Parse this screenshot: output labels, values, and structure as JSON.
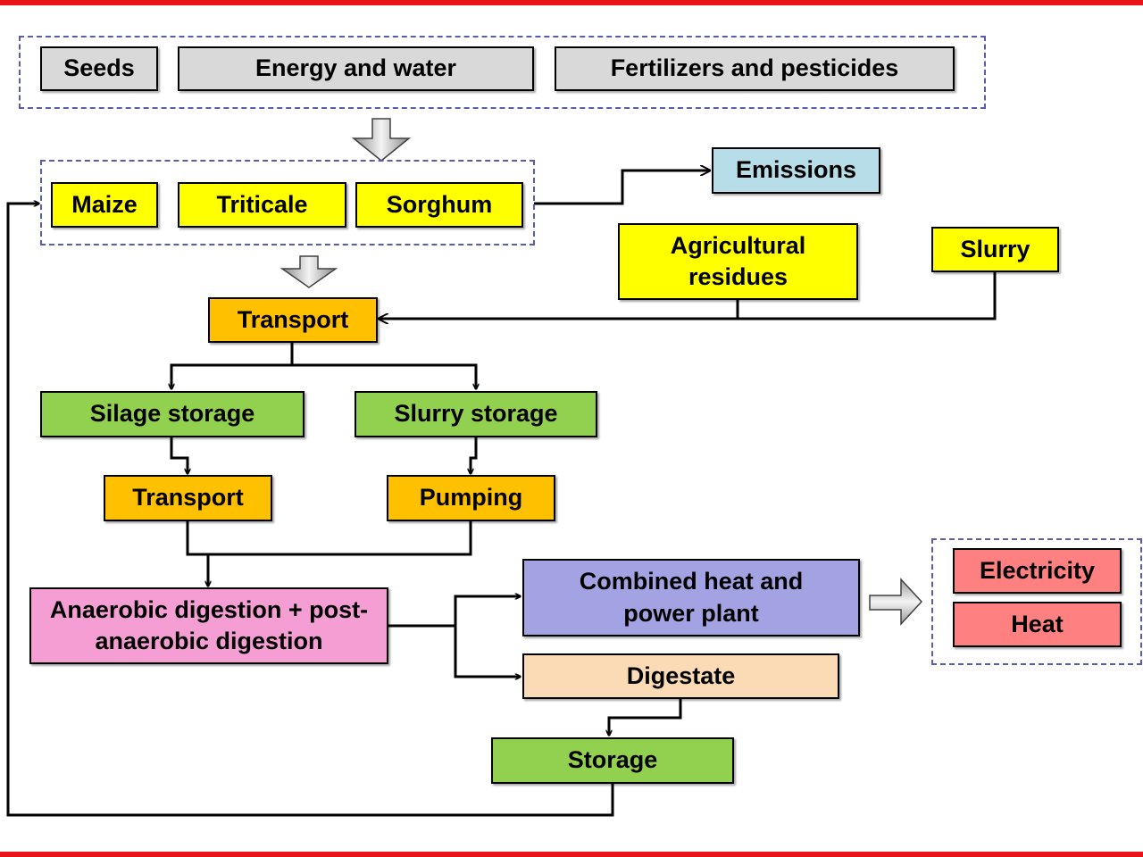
{
  "inputs": {
    "seeds": "Seeds",
    "energy_water": "Energy and water",
    "fertilizers": "Fertilizers and pesticides"
  },
  "crops": {
    "maize": "Maize",
    "triticale": "Triticale",
    "sorghum": "Sorghum"
  },
  "emissions": "Emissions",
  "agricultural_residues": "Agricultural residues",
  "slurry": "Slurry",
  "transport_main": "Transport",
  "silage_storage": "Silage storage",
  "slurry_storage": "Slurry storage",
  "transport_silage": "Transport",
  "pumping": "Pumping",
  "anaerobic_digestion": "Anaerobic digestion + post-anaerobic  digestion",
  "chp_plant": "Combined heat and power plant",
  "digestate": "Digestate",
  "storage": "Storage",
  "outputs": {
    "electricity": "Electricity",
    "heat": "Heat"
  },
  "colors": {
    "grey": "#d9d9d9",
    "yellow": "#ffff00",
    "orange": "#ffc000",
    "green": "#92d050",
    "cyan": "#b7dee8",
    "pink": "#f49ed4",
    "purple": "#a3a3e3",
    "peach": "#fbdbb6",
    "red": "#ff8080",
    "frame": "#e8141a",
    "dashed": "#5b5bb0"
  }
}
